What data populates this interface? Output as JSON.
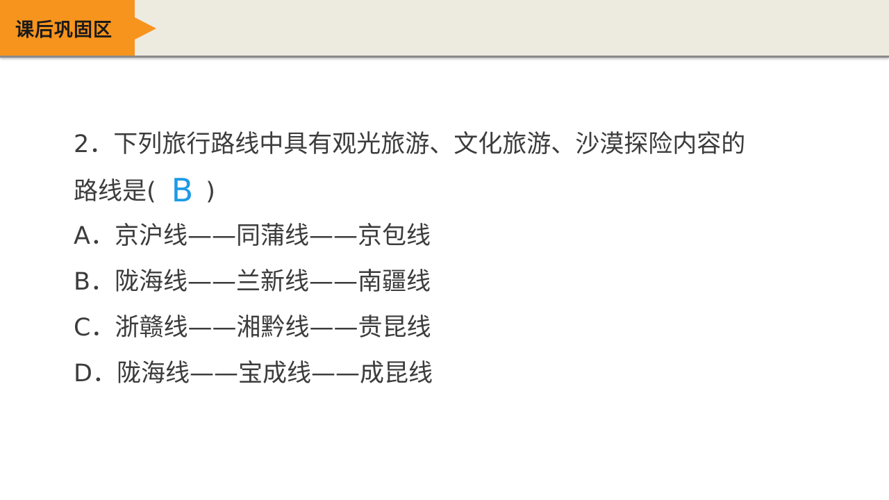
{
  "header": {
    "section_label": "课后巩固区"
  },
  "question": {
    "stem_line1": "2．下列旅行路线中具有观光旅游、文化旅游、沙漠探险内容的",
    "stem_line2_prefix": "路线是(",
    "answer": "B",
    "stem_line2_suffix": ")",
    "options": [
      "A．京沪线——同蒲线——京包线",
      "B．陇海线——兰新线——南疆线",
      "C．浙赣线——湘黔线——贵昆线",
      "D．陇海线——宝成线——成昆线"
    ]
  },
  "colors": {
    "tab_orange": "#f7941d",
    "header_bg": "#edeae0",
    "answer_blue": "#1e9be5",
    "text": "#3c3c3c"
  }
}
